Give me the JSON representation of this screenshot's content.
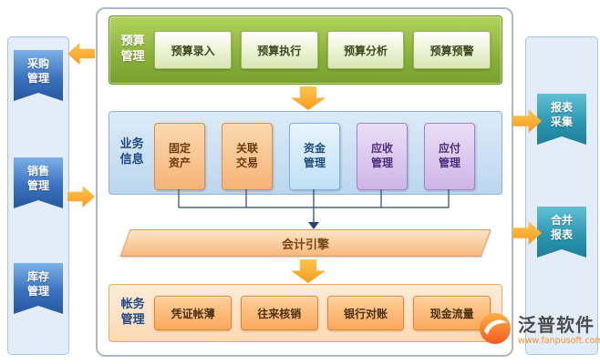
{
  "colors": {
    "accent_orange": "#f79b1e",
    "budget_green": "#8ab03a",
    "ribbon_blue": "#3a72c0",
    "ribbon_teal": "#2a94ae",
    "box_purple": "#a383cb",
    "panel_blue": "#cde0f2"
  },
  "left_panel": {
    "items": [
      {
        "label": "采购管理"
      },
      {
        "label": "销售管理"
      },
      {
        "label": "库存管理"
      }
    ]
  },
  "right_panel": {
    "items": [
      {
        "label": "报表采集"
      },
      {
        "label": "合并报表"
      }
    ]
  },
  "budget_section": {
    "title": "预算管理",
    "items": [
      {
        "label": "预算录入"
      },
      {
        "label": "预算执行"
      },
      {
        "label": "预算分析"
      },
      {
        "label": "预算预警"
      }
    ]
  },
  "business_section": {
    "title": "业务信息",
    "items": [
      {
        "label": "固定资产",
        "type": "orange"
      },
      {
        "label": "关联交易",
        "type": "orange"
      },
      {
        "label": "资金管理",
        "type": "blue"
      },
      {
        "label": "应收管理",
        "type": "purple"
      },
      {
        "label": "应付管理",
        "type": "purple"
      }
    ]
  },
  "engine": {
    "label": "会计引擎"
  },
  "ledger_section": {
    "title": "帐务管理",
    "items": [
      {
        "label": "凭证帐薄"
      },
      {
        "label": "往来核销"
      },
      {
        "label": "银行对账"
      },
      {
        "label": "现金流量"
      }
    ]
  },
  "branding": {
    "name": "泛普软件",
    "url": "www.fanpusoft.com"
  }
}
